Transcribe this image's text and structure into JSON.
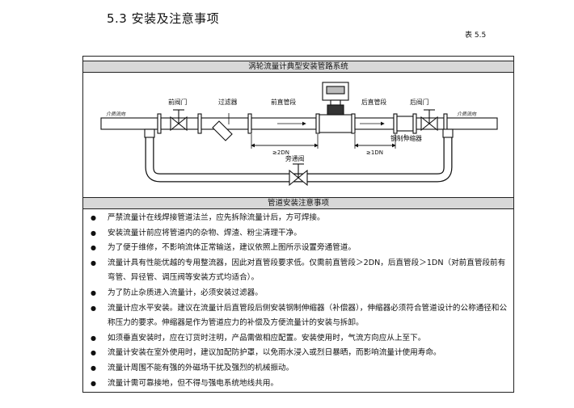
{
  "section_title": "5.3 安装及注意事项",
  "table_label": "表 5.5",
  "diagram": {
    "title": "涡轮流量计典型安装管路系统",
    "labels": {
      "front_valve": "前阀门",
      "filter": "过滤器",
      "front_straight": "前直管段",
      "rear_straight": "后直管段",
      "rear_valve": "后阀门",
      "expander": "钢制伸缩器",
      "bypass_valve": "旁通阀",
      "flow_in": "介质流向",
      "flow_out": "介质流向",
      "dim_front": "≥2DN",
      "dim_rear": "≥1DN"
    }
  },
  "notes": {
    "title": "管道安装注意事项",
    "items": [
      "严禁流量计在线焊接管道法兰，应先拆除流量计后，方可焊接。",
      "安装流量计前应将管道内的杂物、焊渣、粉尘清理干净。",
      "为了便于维修，不影响流体正常输送，建议依照上图所示设置旁通管道。",
      "流量计具有性能优越的专用整流器，因此对直管段要求低。仅需前直管段＞2DN，后直管段＞1DN（对前直管段前有弯管、异径管、调压阀等安装方式均适合）。",
      "为了防止杂质进入流量计，必须安装过滤器。",
      "流量计应水平安装。建议在流量计后直管段后侧安装钢制伸缩器（补偿器），伸缩器必须符合管道设计的公称通径和公称压力的要求。伸缩器是作为管道应力的补偿及方便流量计的安装与拆卸。",
      "如须垂直安装时，应在订货时注明，产品需做相应配置。安装使用时，气流方向应从上至下。",
      "流量计安装在室外使用时，建议加配防护罩，以免雨水浸入或烈日暴晒，而影响流量计使用寿命。",
      "流量计周围不能有强的外磁场干扰及强烈的机械振动。",
      "流量计需可靠接地，但不得与强电系统地线共用。"
    ]
  }
}
